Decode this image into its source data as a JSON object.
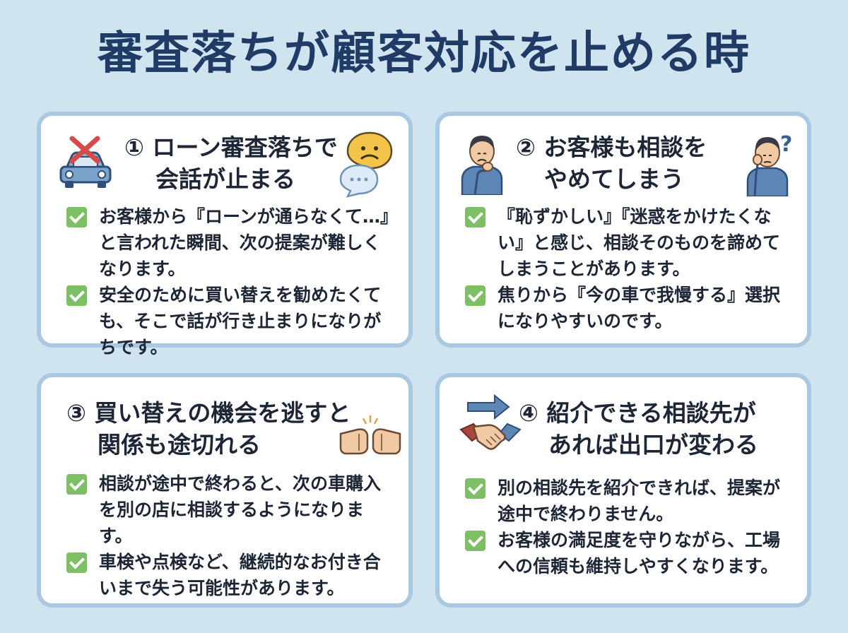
{
  "title": "審査落ちが顧客対応を止める時",
  "colors": {
    "background": "#cfe4ee",
    "card_border": "#a9c9e2",
    "title": "#1f3b66",
    "check": "#7cbf64"
  },
  "cards": [
    {
      "title_lines": [
        "① ローン審査落ちで",
        "会話が止まる"
      ],
      "icons": [
        "car-crossed-icon",
        "sad-face-speech-bubble-icon",
        "chat-bubble-icon"
      ],
      "bullets": [
        "お客様から『ローンが通らなくて…』と言われた瞬間、次の提案が難しくなります。",
        "安全のために買い替えを勧めたくても、そこで話が行き止まりになりがちです。"
      ]
    },
    {
      "title_lines": [
        "② お客様も相談を",
        "やめてしまう"
      ],
      "icons": [
        "worried-person-icon",
        "confused-person-icon"
      ],
      "bullets": [
        "『恥ずかしい』『迷惑をかけたくない』と感じ、相談そのものを諦めてしまうことがあります。",
        "焦りから『今の車で我慢する』選択になりやすいのです。"
      ]
    },
    {
      "title_lines": [
        "③ 買い替えの機会を逃すと",
        "関係も途切れる"
      ],
      "icons": [
        "fist-bump-icon"
      ],
      "bullets": [
        "相談が途中で終わると、次の車購入を別の店に相談するようになります。",
        "車検や点検など、継続的なお付き合いまで失う可能性があります。"
      ]
    },
    {
      "title_lines": [
        "④ 紹介できる相談先が",
        "あれば出口が変わる"
      ],
      "icons": [
        "arrow-handshake-icon"
      ],
      "bullets": [
        "別の相談先を紹介できれば、提案が途中で終わりません。",
        "お客様の満足度を守りながら、工場への信頼も維持しやすくなります。"
      ]
    }
  ]
}
